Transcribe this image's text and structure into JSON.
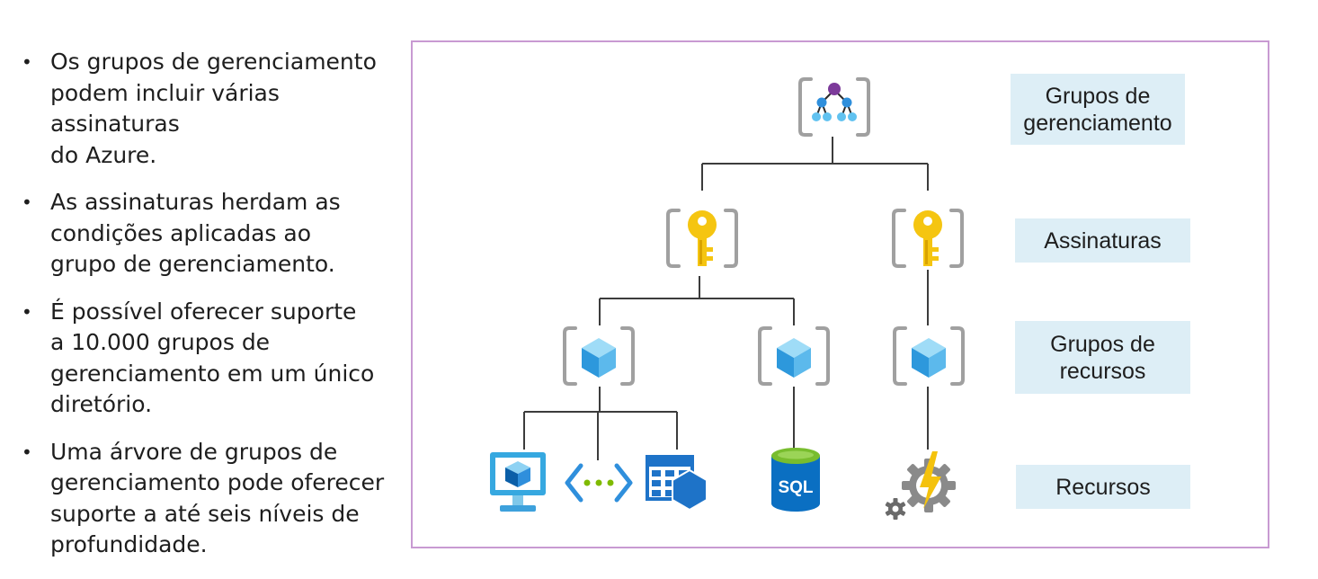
{
  "bullets": [
    "Os grupos de gerenciamento podem incluir várias assinaturas do Azure.",
    "As assinaturas herdam as condições aplicadas ao grupo de gerenciamento.",
    "É possível oferecer suporte a 10.000 grupos de gerenciamento em um único diretório.",
    "Uma árvore de grupos de gerenciamento pode oferecer suporte a até seis níveis de profundidade."
  ],
  "bullet_lines": [
    [
      "Os grupos de gerenciamento",
      "podem incluir várias assinaturas",
      "do Azure."
    ],
    [
      "As assinaturas herdam as",
      "condições aplicadas ao",
      "grupo de gerenciamento."
    ],
    [
      "É possível oferecer suporte",
      "a 10.000 grupos de",
      "gerenciamento em um único",
      "diretório."
    ],
    [
      "Uma árvore de grupos de",
      "gerenciamento pode oferecer",
      "suporte a até seis níveis de",
      "profundidade."
    ]
  ],
  "levels": {
    "management_groups": [
      "Grupos de",
      "gerenciamento"
    ],
    "subscriptions": [
      "Assinaturas"
    ],
    "resource_groups": [
      "Grupos de",
      "recursos"
    ],
    "resources": [
      "Recursos"
    ]
  },
  "icons": {
    "management_group": "management-group-icon",
    "subscription": "key-icon",
    "resource_group": "cube-icon",
    "virtual_machine": "virtual-machine-icon",
    "code": "code-icon",
    "table_storage": "table-icon",
    "sql": "sql-database-icon",
    "function": "function-app-icon"
  },
  "sql_label": "SQL",
  "colors": {
    "frame": "#c89ad2",
    "label_box": "#ddeef6",
    "azure_blue": "#0078d4",
    "key_yellow": "#f9c60b",
    "cube_light": "#50b4e8",
    "code_green": "#7fba00"
  }
}
